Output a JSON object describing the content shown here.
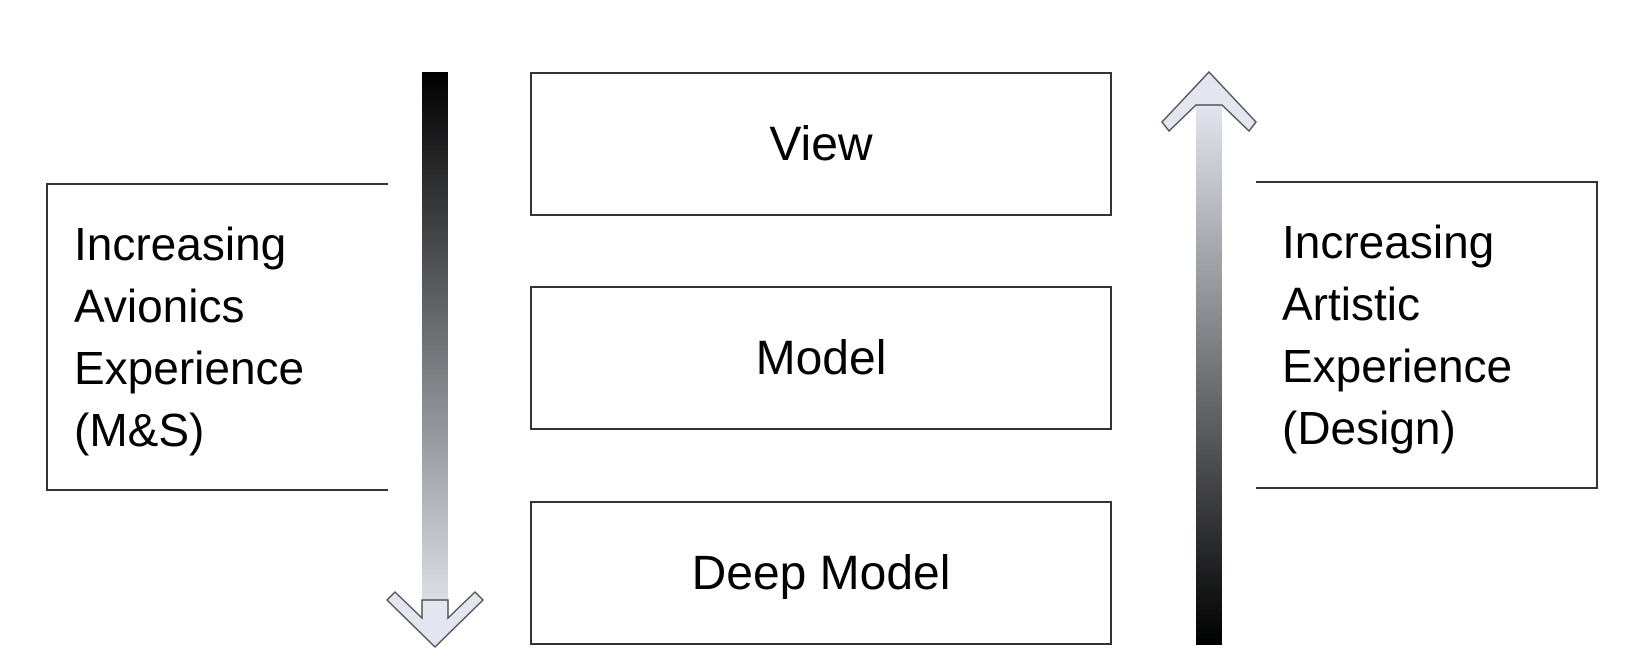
{
  "layers": [
    {
      "id": "view",
      "label": "View"
    },
    {
      "id": "model",
      "label": "Model"
    },
    {
      "id": "deep_model",
      "label": "Deep Model"
    }
  ],
  "left_note": {
    "lines": [
      "Increasing",
      "Avionics",
      "Experience",
      "(M&S)"
    ],
    "arrow_direction": "down"
  },
  "right_note": {
    "lines": [
      "Increasing",
      "Artistic",
      "Experience",
      "(Design)"
    ],
    "arrow_direction": "up"
  },
  "colors": {
    "gradient_dark": "#000000",
    "gradient_light": "#e3e6ee",
    "border": "#333333"
  }
}
